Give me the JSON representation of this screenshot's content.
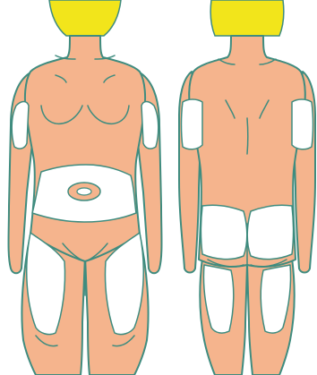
{
  "colors": {
    "skin": "#F5B48D",
    "outline": "#3F8C7F",
    "hair": "#F2E51B",
    "injection_zone": "#FFFFFF",
    "background": "#FFFFFF"
  },
  "figures": [
    {
      "view": "front",
      "zones": [
        "upper-arm-right",
        "upper-arm-left",
        "abdomen",
        "thigh-right",
        "thigh-left"
      ]
    },
    {
      "view": "back",
      "zones": [
        "upper-arm-right",
        "upper-arm-left",
        "buttock-right",
        "buttock-left",
        "thigh-right",
        "thigh-left"
      ]
    }
  ]
}
